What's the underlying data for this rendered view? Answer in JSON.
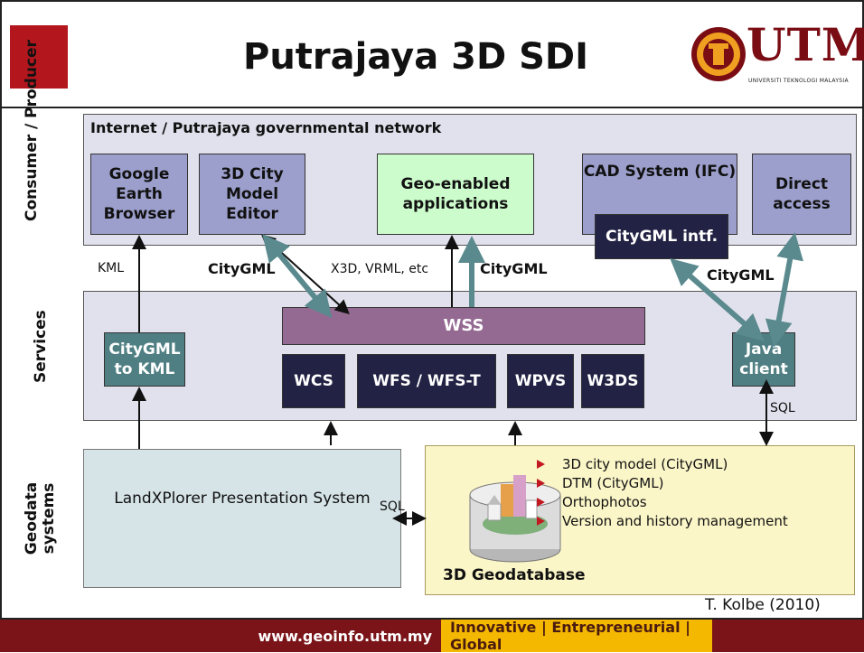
{
  "header": {
    "title": "Putrajaya 3D SDI",
    "logo_text": "UTM",
    "logo_subtitle": "UNIVERSITI TEKNOLOGI MALAYSIA"
  },
  "rows": {
    "consumer": "Consumer / Producer",
    "services": "Services",
    "geodata": "Geodata systems"
  },
  "consumer": {
    "network": "Internet / Putrajaya governmental network",
    "google_earth": "Google Earth Browser",
    "editor": "3D City Model Editor",
    "geo_apps": "Geo-enabled applications",
    "cad": "CAD System (IFC)",
    "cad_intf": "CityGML intf.",
    "direct": "Direct access"
  },
  "links": {
    "kml": "KML",
    "citygml_left": "CityGML",
    "x3d": "X3D, VRML, etc",
    "citygml_mid": "CityGML",
    "citygml_right": "CityGML",
    "sql_java": "SQL",
    "sql_geo": "SQL"
  },
  "services": {
    "citygml_to_kml": "CityGML to KML",
    "wss": "WSS",
    "wcs": "WCS",
    "wfs": "WFS / WFS-T",
    "wpvs": "WPVS",
    "w3ds": "W3DS",
    "java": "Java client"
  },
  "geodata": {
    "landxplorer": "LandXPlorer Presentation System",
    "geodatabase": "3D Geodatabase",
    "items": [
      "3D city model (CityGML)",
      "DTM (CityGML)",
      "Orthophotos",
      "Version and history management"
    ]
  },
  "credit": "T. Kolbe (2010)",
  "footer": {
    "url": "www.geoinfo.utm.my",
    "slogan": "Innovative | Entrepreneurial | Global"
  },
  "colors": {
    "brand_red": "#7a1418",
    "accent_yellow": "#f5b800",
    "service_box": "#222244",
    "citygml_arrow": "#5a8a8e",
    "wss": "#946a92"
  }
}
